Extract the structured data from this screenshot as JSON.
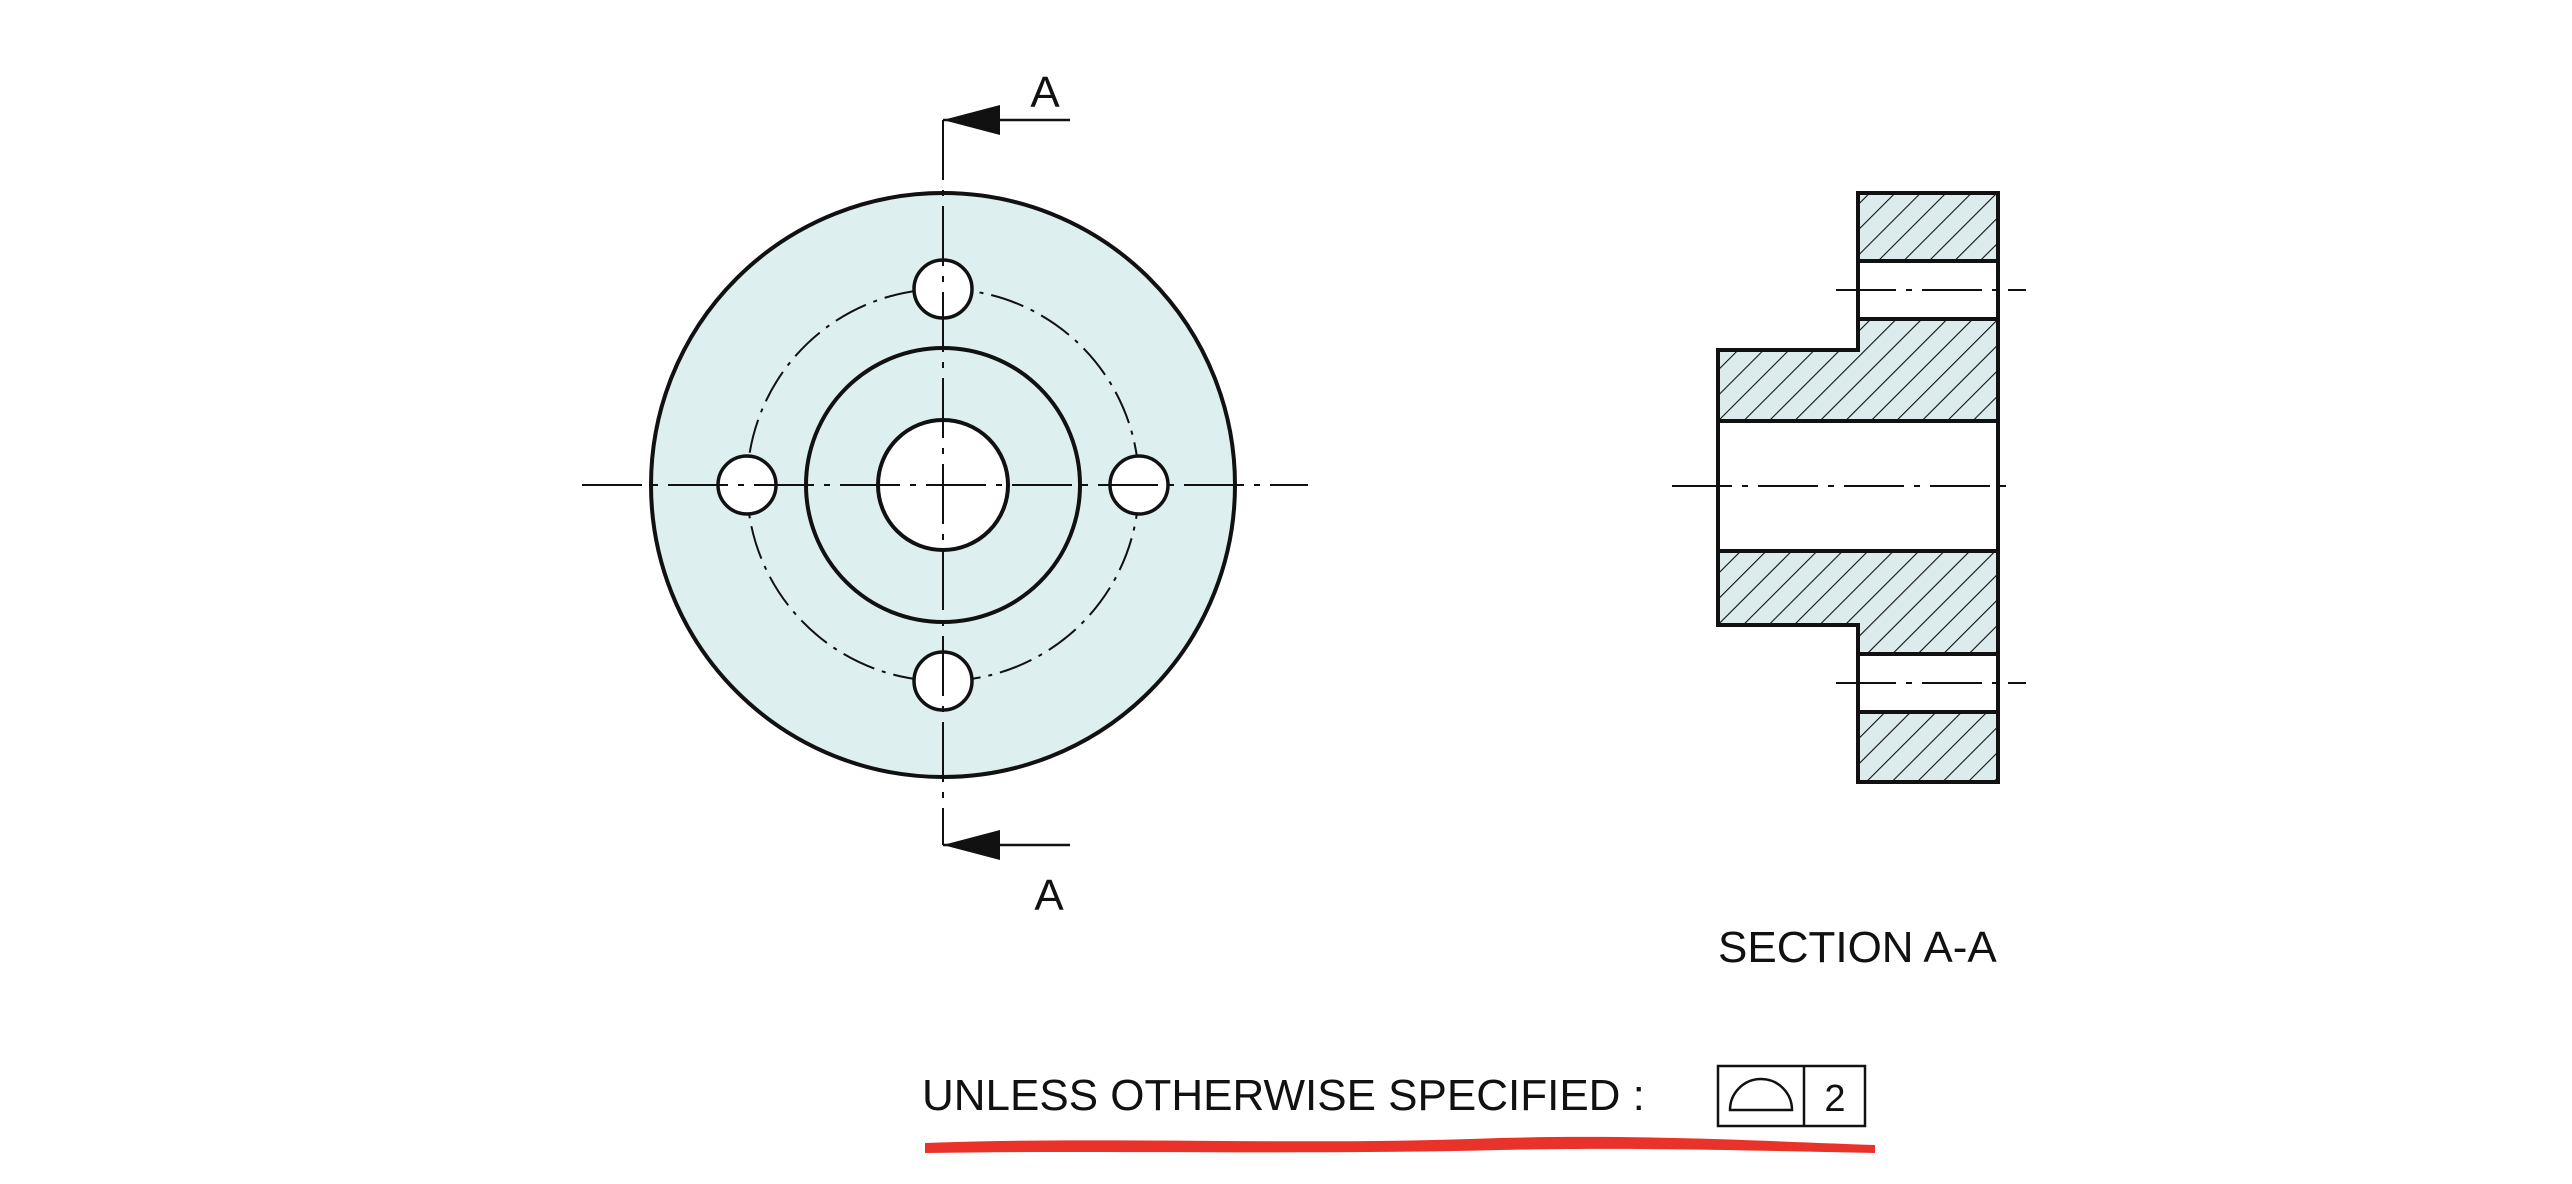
{
  "front_view": {
    "section_label_top": "A",
    "section_label_bottom": "A",
    "face_color": "#deeff0"
  },
  "section_view": {
    "title": "SECTION A-A"
  },
  "note": {
    "text": "UNLESS OTHERWISE SPECIFIED :",
    "profile_symbol": "profile-of-surface-icon",
    "tolerance_value": "2",
    "underline_color": "#e8322a"
  }
}
